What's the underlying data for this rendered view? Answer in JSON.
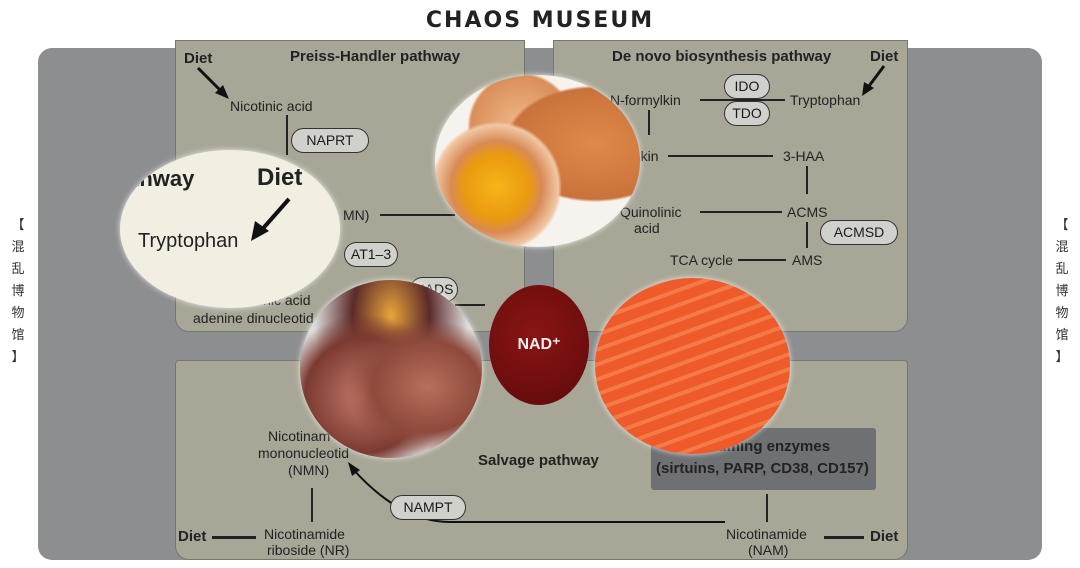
{
  "header": {
    "title": "CHAOS MUSEUM"
  },
  "side_label": [
    "【",
    "混",
    "乱",
    "博",
    "物",
    "馆",
    "】"
  ],
  "preiss": {
    "title": "Preiss-Handler pathway",
    "diet": "Diet",
    "nicotinic_acid": "Nicotinic acid",
    "naprt": "NAPRT",
    "nmn_partial": "MN)",
    "nmnat_partial": "AT1–3",
    "nads": "NADS",
    "naad_line1": "inic acid",
    "naad_line2": "adenine dinucleotid"
  },
  "denovo": {
    "title": "De novo biosynthesis pathway",
    "diet": "Diet",
    "tryptophan": "Tryptophan",
    "ido": "IDO",
    "tdo": "TDO",
    "nformyl": "N-formylkin",
    "kyn": "-kin",
    "haa": "3-HAA",
    "quin1": "Quinolinic",
    "quin2": "acid",
    "acms": "ACMS",
    "acmsd": "ACMSD",
    "tca": "TCA cycle",
    "ams": "AMS"
  },
  "center": {
    "nad": "NAD⁺"
  },
  "salvage": {
    "title": "Salvage pathway",
    "nmn1": "Nicotinam",
    "nmn2": "mononucleotid",
    "nmn3": "(NMN)",
    "nampt": "NAMPT",
    "diet_left": "Diet",
    "nr1": "Nicotinamide",
    "nr2": "riboside (NR)",
    "nam1": "Nicotinamide",
    "nam2": "(NAM)",
    "diet_right": "Diet",
    "enz1": "nsuming enzymes",
    "enz2": "(sirtuins, PARP, CD38, CD157)"
  },
  "magnifier": {
    "text1": "thway",
    "diet": "Diet",
    "tryptophan": "Tryptophan"
  }
}
